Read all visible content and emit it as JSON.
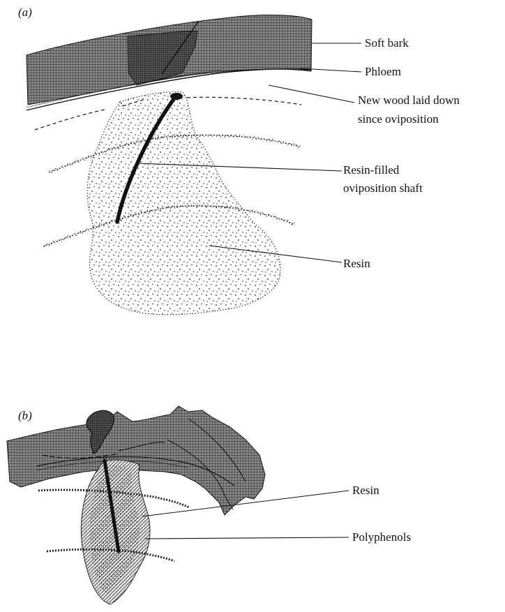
{
  "colors": {
    "ink": "#111111",
    "bark": "#6f6f6f",
    "resin_dots": "#333333",
    "background": "#ffffff"
  },
  "panel_a": {
    "label": "(a)",
    "labels": {
      "soft_bark": "Soft bark",
      "phloem": "Phloem",
      "new_wood_line1": "New wood laid down",
      "new_wood_line2": "since oviposition",
      "shaft_line1": "Resin-filled",
      "shaft_line2": "oviposition shaft",
      "resin": "Resin"
    }
  },
  "panel_b": {
    "label": "(b)",
    "labels": {
      "resin": "Resin",
      "polyphenols": "Polyphenols"
    }
  }
}
